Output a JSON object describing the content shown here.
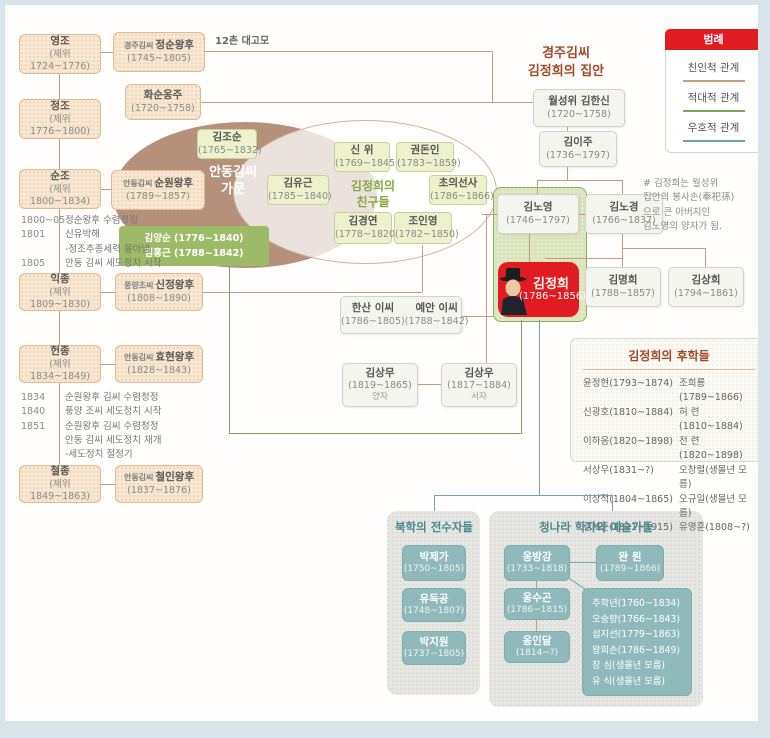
{
  "colors": {
    "kinship": "#c69c7e",
    "hostile": "#7aa45f",
    "friendly": "#6fa3b5",
    "accent_red": "#e11b22"
  },
  "titles": {
    "gyeongju_family": "경주김씨\n김정희의 집안",
    "andong_clan": "안동김씨\n가문",
    "friends": "김정희의\n친구들",
    "relation_label": "12촌 대고모",
    "adoption_note": "# 김정희는 월성위\n집안의 봉사손(奉祀孫)\n으로 큰 아버지인\n김노영의 양자가 됨.",
    "bukhak": "북학의 전수자들",
    "qing": "청나라 학자와 예술가들"
  },
  "legend": {
    "title": "범례",
    "items": [
      {
        "label": "친인척 관계"
      },
      {
        "label": "적대적 관계"
      },
      {
        "label": "우호적 관계"
      }
    ]
  },
  "nodes": {
    "yeongjo": {
      "name": "영조",
      "years": "(제위 1724~1776)"
    },
    "jeongsun": {
      "clan": "경주김씨",
      "name": "정순왕후",
      "years": "(1745~1805)"
    },
    "hwasun": {
      "name": "화순옹주",
      "years": "(1720~1758)"
    },
    "jeongjo": {
      "name": "정조",
      "years": "(제위 1776~1800)"
    },
    "sunjo": {
      "name": "순조",
      "years": "(제위 1800~1834)"
    },
    "sunwon": {
      "clan": "안동김씨",
      "name": "순원왕후",
      "years": "(1789~1857)"
    },
    "ikjong": {
      "name": "익종",
      "years": "(제위 1809~1830)"
    },
    "sinjeong": {
      "clan": "풍양조씨",
      "name": "신정왕후",
      "years": "(1808~1890)"
    },
    "heonjong": {
      "name": "헌종",
      "years": "(제위 1834~1849)"
    },
    "hyohyeon": {
      "clan": "안동김씨",
      "name": "효현왕후",
      "years": "(1828~1843)"
    },
    "cheoljong": {
      "name": "철종",
      "years": "(제위 1849~1863)"
    },
    "cheorin": {
      "clan": "안동김씨",
      "name": "철인왕후",
      "years": "(1837~1876)"
    },
    "kimjosun": {
      "name": "김조순",
      "years": "(1765~1832)"
    },
    "kimyugeun": {
      "name": "김유근",
      "years": "(1785~1840)"
    },
    "shinwi": {
      "name": "신 위",
      "years": "(1769~1845)"
    },
    "kwondonin": {
      "name": "권돈인",
      "years": "(1783~1859)"
    },
    "choui": {
      "name": "초의선사",
      "years": "(1786~1866)"
    },
    "kimgyeongyeon": {
      "name": "김경연",
      "years": "(1778~1820)"
    },
    "joinyoung": {
      "name": "조인영",
      "years": "(1782~1850)"
    },
    "andong_green": {
      "line1": "김양순 (1776~1840)",
      "line2": "김홍근 (1788~1842)"
    },
    "kimhanshin": {
      "name": "월성위 김한신",
      "years": "(1720~1758)"
    },
    "kimiju": {
      "name": "김이주",
      "years": "(1736~1797)"
    },
    "kimnoyoung": {
      "name": "김노영",
      "years": "(1746~1797)"
    },
    "kimnogyeong": {
      "name": "김노경",
      "years": "(1766~1837)"
    },
    "kimjeonghui": {
      "name": "김정희",
      "years": "(1786~1856)"
    },
    "kimmyeonghui": {
      "name": "김명희",
      "years": "(1788~1857)"
    },
    "kimsanghui": {
      "name": "김상희",
      "years": "(1794~1861)"
    },
    "wife1": {
      "name": "한산 이씨",
      "years": "(1786~1805)"
    },
    "wife2": {
      "name": "예안 이씨",
      "years": "(1788~1842)"
    },
    "kimsangmu": {
      "name": "김상무",
      "years": "(1819~1865)",
      "note": "양자"
    },
    "kimsangwoo": {
      "name": "김상우",
      "years": "(1817~1884)",
      "note": "서자"
    },
    "parkjega": {
      "name": "박제가",
      "years": "(1750~1805)"
    },
    "yudeukgong": {
      "name": "유득공",
      "years": "(1748~1807)"
    },
    "parkjiwon": {
      "name": "박지원",
      "years": "(1737~1805)"
    },
    "ongbanggang": {
      "name": "옹방강",
      "years": "(1733~1818)"
    },
    "wanwon": {
      "name": "완 원",
      "years": "(1789~1866)"
    },
    "ongsugon": {
      "name": "옹수곤",
      "years": "(1786~1815)"
    },
    "ongindal": {
      "name": "옹인달",
      "years": "(1814~?)"
    }
  },
  "timeline1": [
    {
      "year": "1800~05",
      "text": "정순왕후 수렴청정"
    },
    {
      "year": "1801",
      "text": "신유박해"
    },
    {
      "year": "",
      "text": "-정조추종세력 몰아냄"
    },
    {
      "year": "1805",
      "text": "안동 김씨 세도정치 시작"
    }
  ],
  "timeline2": [
    {
      "year": "1834",
      "text": "순원왕후 김씨 수렴청정"
    },
    {
      "year": "1840",
      "text": "풍양 조씨 세도정치 시작"
    },
    {
      "year": "1851",
      "text": "순원왕후 김씨 수렴청정"
    },
    {
      "year": "",
      "text": "안동 김씨 세도정치 재개"
    },
    {
      "year": "",
      "text": "-세도정치 절정기"
    }
  ],
  "pupils": {
    "title": "김정희의 후학들",
    "left": [
      "윤정현(1793~1874)",
      "신광호(1810~1884)",
      "이하응(1820~1898)",
      "서상우(1831~?)",
      "이상적(1804~1865)",
      "김석준(1821~1915)"
    ],
    "right": [
      "조희룡(1789~1866)",
      "허 련(1810~1884)",
      "전 련(1820~1898)",
      "오창렬(생몰년 모름)",
      "오규일(생몰년 모름)",
      "유명훈(1808~?)"
    ]
  },
  "qing_list": [
    "주학년(1760~1834)",
    "오숭량(1766~1843)",
    "섭지선(1779~1863)",
    "왕희손(1786~1849)",
    "장 심(생몰년 모름)",
    "유 식(생몰년 모름)"
  ]
}
